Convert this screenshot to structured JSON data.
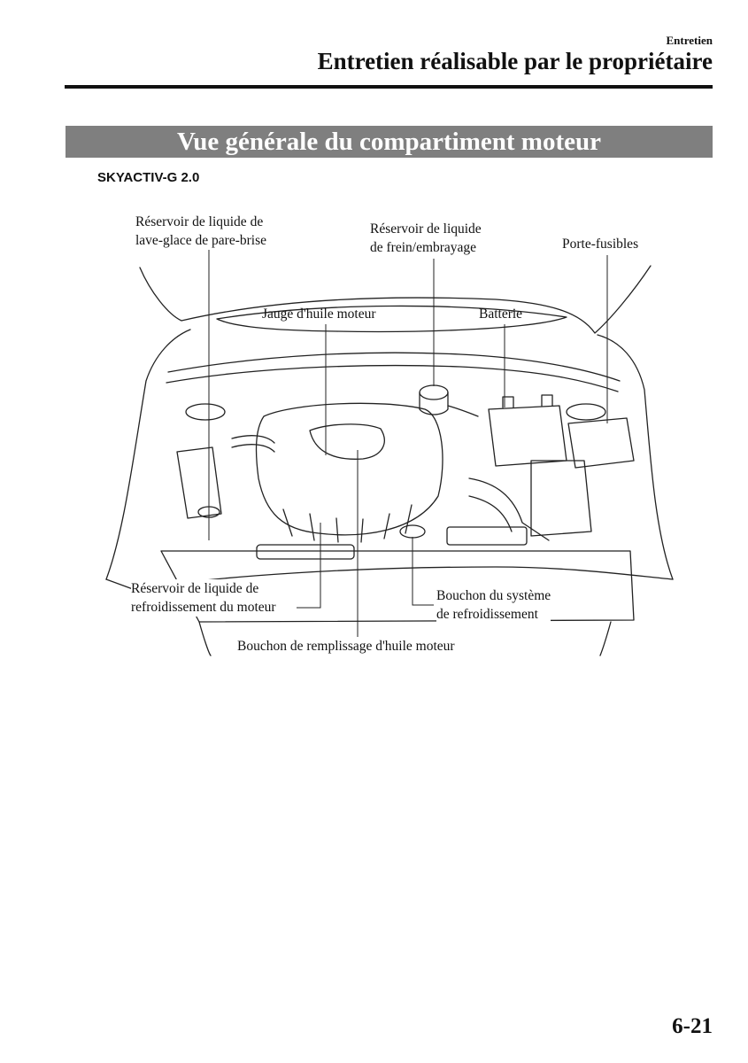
{
  "header": {
    "section": "Entretien",
    "title": "Entretien réalisable par le propriétaire"
  },
  "banner": {
    "title": "Vue générale du compartiment moteur"
  },
  "subheading": "SKYACTIV-G 2.0",
  "callouts": {
    "washer_reservoir": {
      "line1": "Réservoir de liquide de",
      "line2": "lave-glace de pare-brise"
    },
    "brake_reservoir": {
      "line1": "Réservoir de liquide",
      "line2": "de frein/embrayage"
    },
    "fuse_box": {
      "line1": "Porte-fusibles"
    },
    "dipstick": {
      "line1": "Jauge d'huile moteur"
    },
    "battery": {
      "line1": "Batterie"
    },
    "coolant_reservoir": {
      "line1": "Réservoir de liquide de",
      "line2": "refroidissement du moteur"
    },
    "radiator_cap": {
      "line1": "Bouchon du système",
      "line2": "de refroidissement"
    },
    "oil_filler_cap": {
      "line1": "Bouchon de remplissage d'huile moteur"
    }
  },
  "footer": {
    "page_number": "6-21"
  }
}
